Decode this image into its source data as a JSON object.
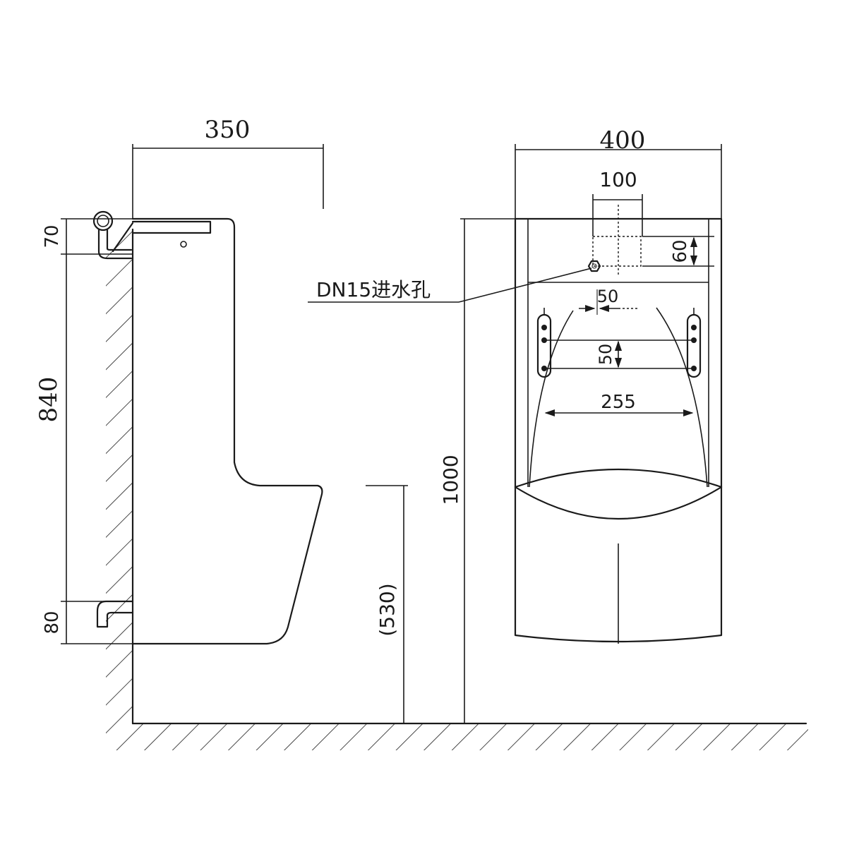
{
  "dimensions": {
    "side_width": "350",
    "front_width": "400",
    "inlet_width": "100",
    "inlet_height": "60",
    "inlet_offset": "50",
    "bracket_spacing": "50",
    "bracket_span": "255",
    "total_height": "1000",
    "body_height": "840",
    "top_offset": "70",
    "outlet_offset": "80",
    "rim_height": "(530)"
  },
  "labels": {
    "inlet": "DN15进水孔"
  }
}
